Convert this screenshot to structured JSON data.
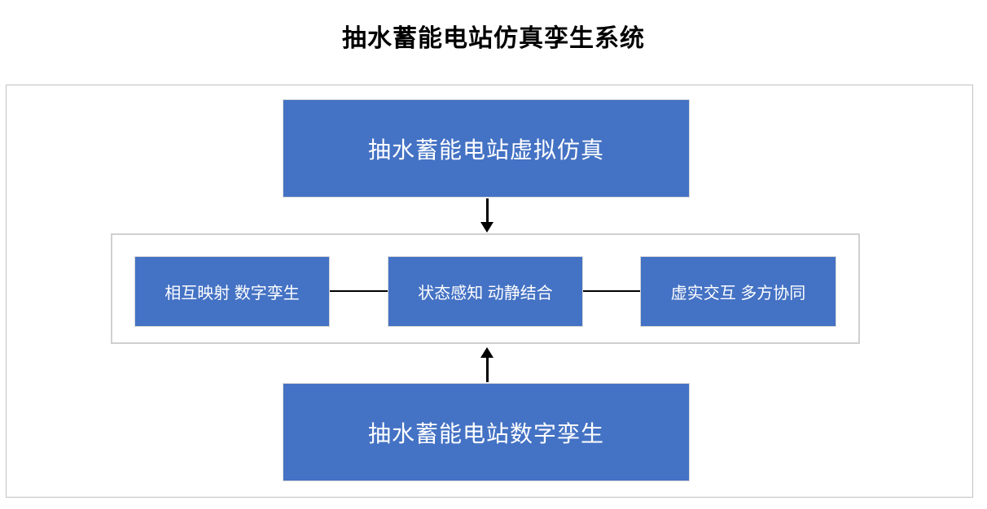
{
  "title": "抽水蓄能电站仿真孪生系统",
  "nodes": {
    "top": "抽水蓄能电站虚拟仿真",
    "middle": [
      "相互映射 数字孪生",
      "状态感知 动静结合",
      "虚实交互 多方协同"
    ],
    "bottom": "抽水蓄能电站数字孪生"
  },
  "icons": {
    "down_arrow": "down-arrow-icon",
    "up_arrow": "up-arrow-icon"
  },
  "colors": {
    "node_fill": "#4472C4",
    "node_border": "#D9D9D9",
    "node_text": "#FFFFFF",
    "outer_frame_border": "#C2C2C2",
    "container_border": "#D0D0D0",
    "arrow": "#000000",
    "title_text": "#000000",
    "background": "#FFFFFF"
  }
}
